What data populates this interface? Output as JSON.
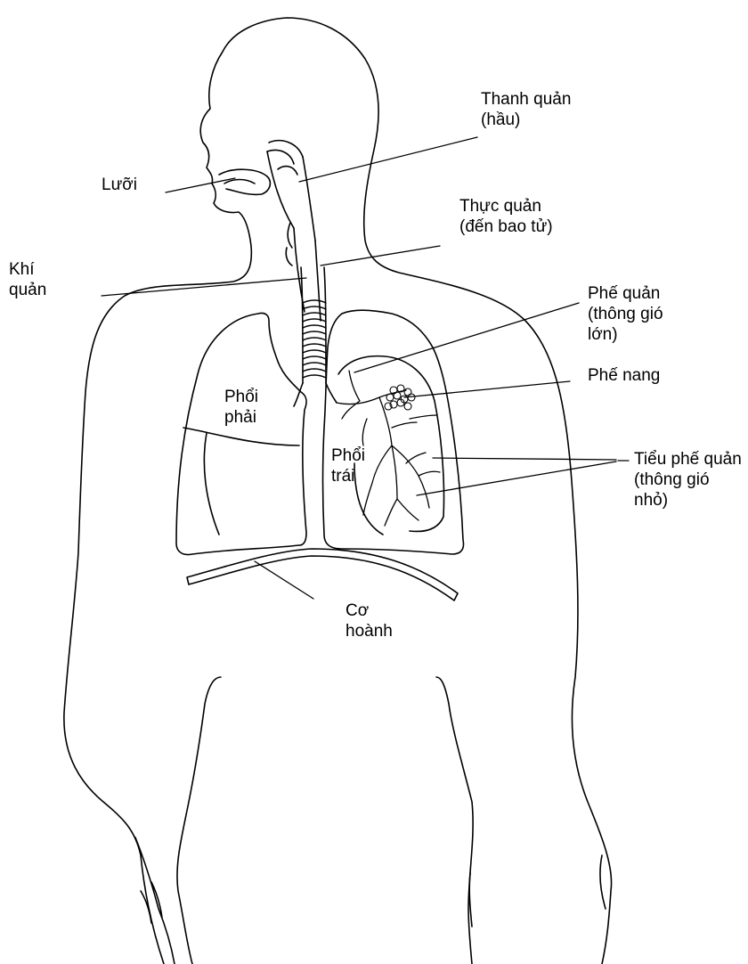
{
  "labels": {
    "larynx": [
      "Thanh quản",
      "(hầu)"
    ],
    "tongue": [
      "Lưỡi"
    ],
    "esophagus": [
      "Thực quản",
      "(đến bao tử)"
    ],
    "trachea": [
      "Khí",
      "quản"
    ],
    "bronchus": [
      "Phế quản",
      "(thông gió",
      "lớn)"
    ],
    "alveoli": [
      "Phế nang"
    ],
    "right_lung": [
      "Phổi",
      "phải"
    ],
    "bronchioles": [
      "Tiểu phế quản",
      "(thông gió",
      "nhỏ)"
    ],
    "left_lung": [
      "Phổi",
      "trái"
    ],
    "diaphragm": [
      "Cơ",
      "hoành"
    ]
  }
}
